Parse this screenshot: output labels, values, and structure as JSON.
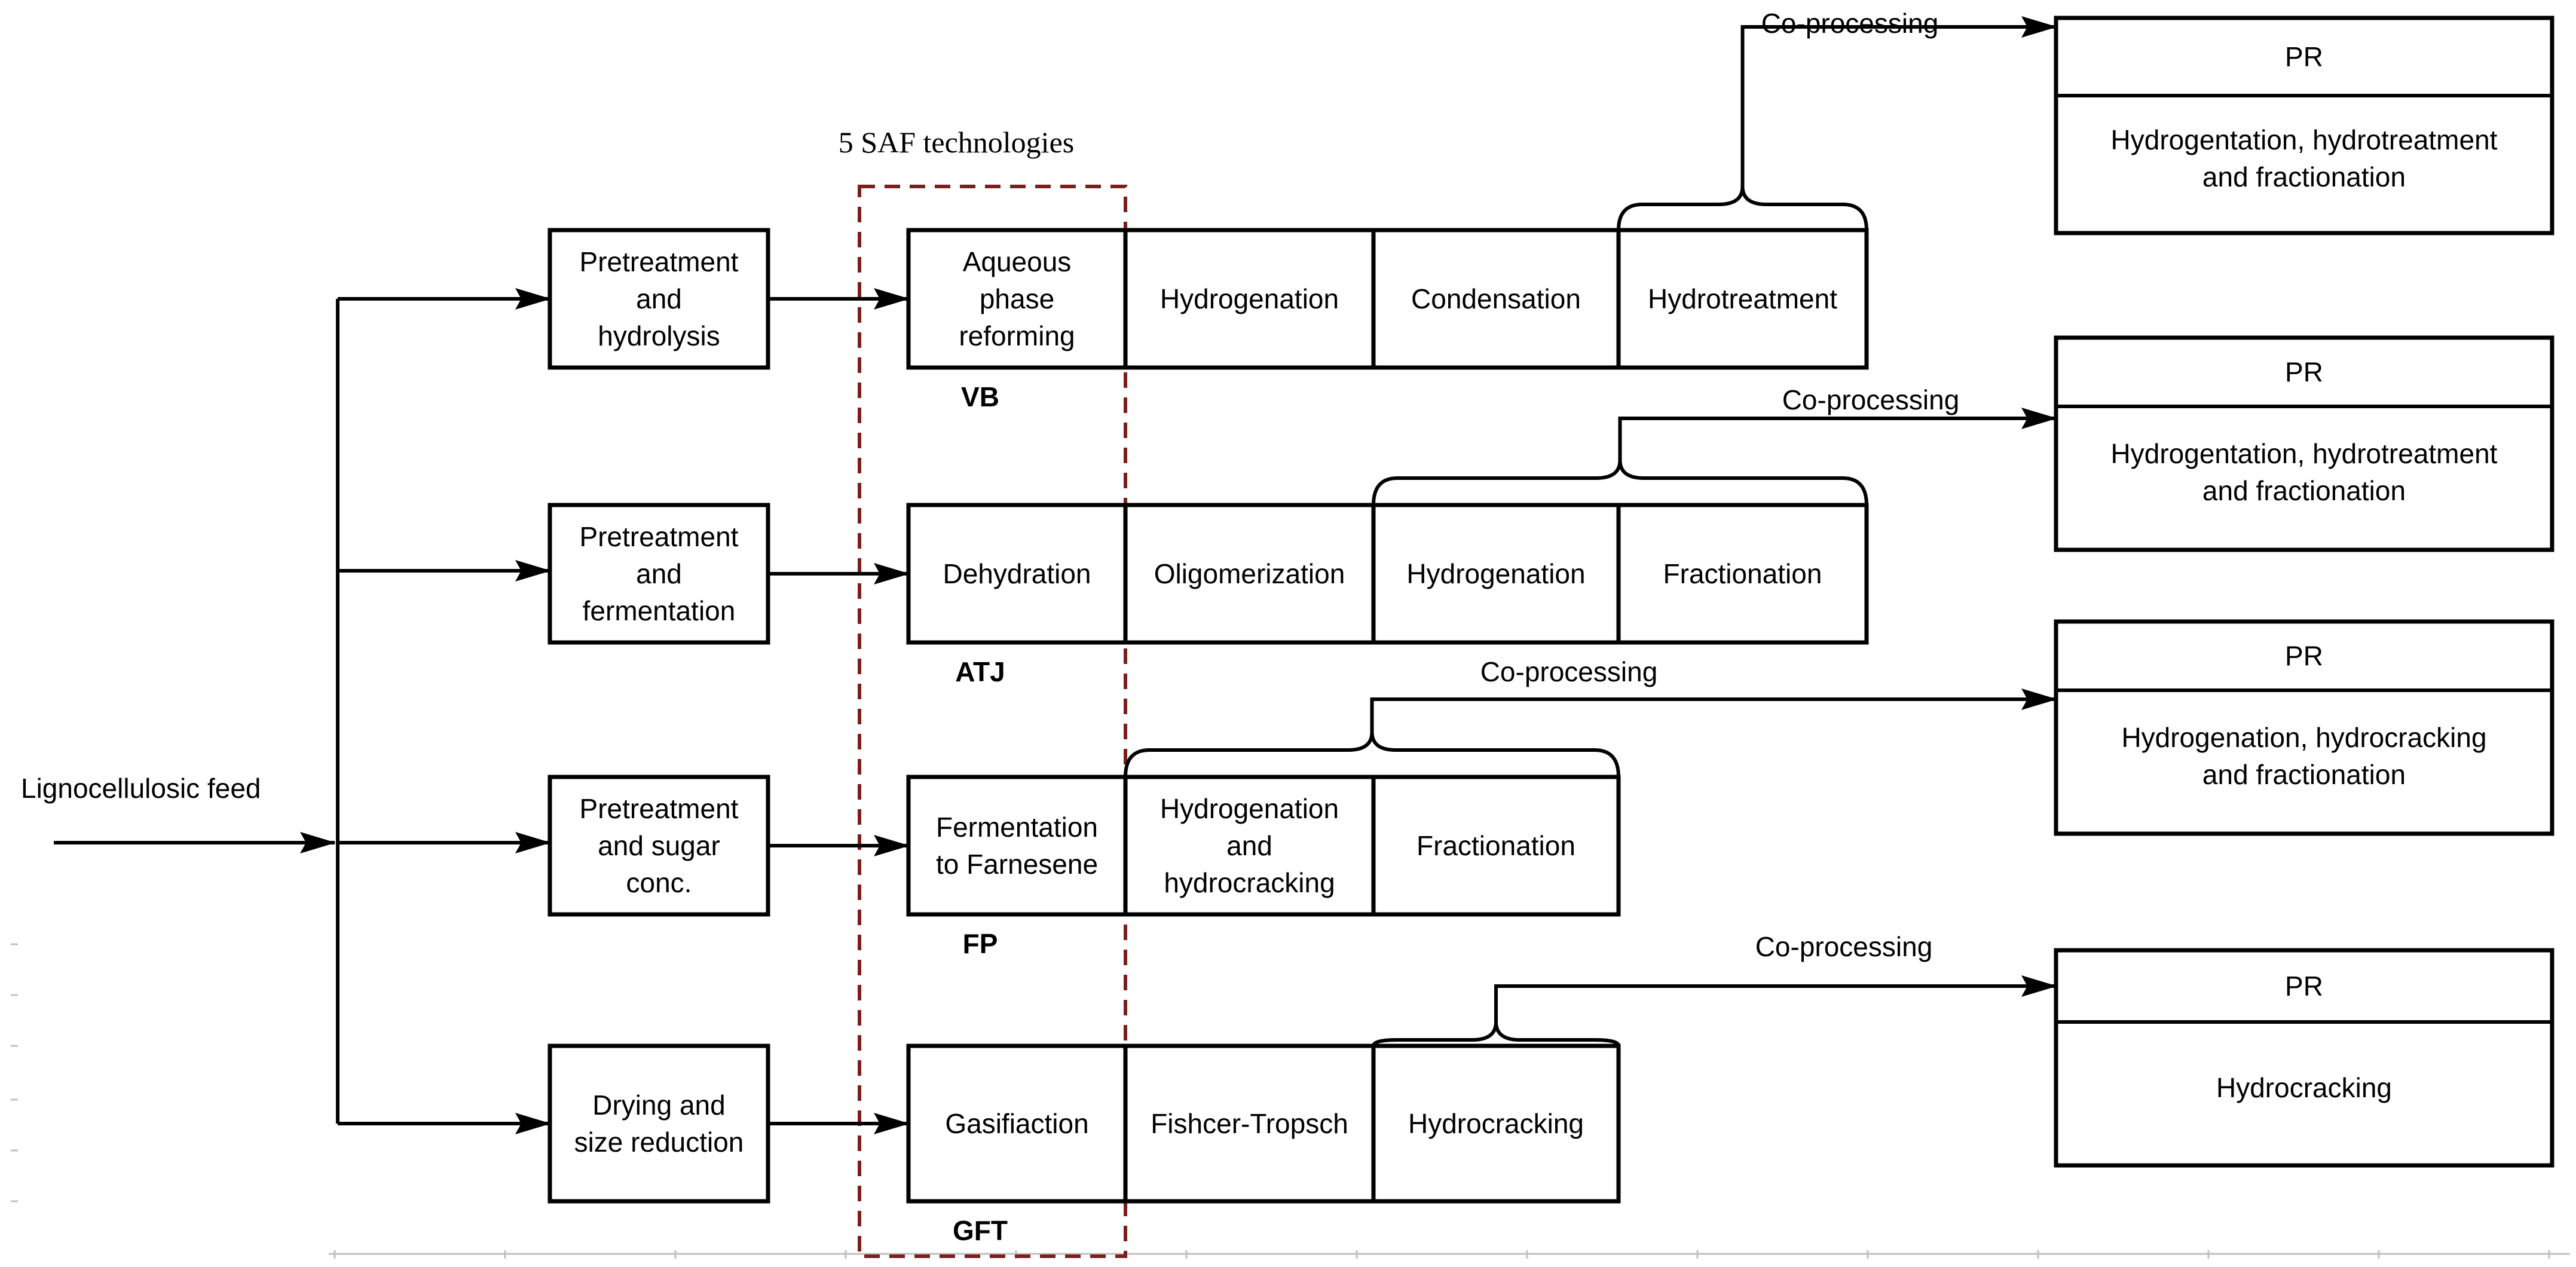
{
  "feed_label": "Lignocellulosic feed",
  "saf_label": "5 SAF technologies",
  "rows": [
    {
      "pre": [
        "Pretreatment",
        "and",
        "hydrolysis"
      ],
      "tech": [
        "Aqueous",
        "phase",
        "reforming"
      ],
      "code": "VB",
      "steps": [
        [
          "Hydrogenation"
        ],
        [
          "Condensation"
        ],
        [
          "Hydrotreatment"
        ]
      ],
      "coprocessing": "Co-processing",
      "pr_title": "PR",
      "pr_body": [
        "Hydrogentation, hydrotreatment",
        "and fractionation"
      ]
    },
    {
      "pre": [
        "Pretreatment",
        "and",
        "fermentation"
      ],
      "tech": [
        "Dehydration"
      ],
      "code": "ATJ",
      "steps": [
        [
          "Oligomerization"
        ],
        [
          "Hydrogenation"
        ],
        [
          "Fractionation"
        ]
      ],
      "coprocessing": "Co-processing",
      "pr_title": "PR",
      "pr_body": [
        "Hydrogentation, hydrotreatment",
        "and fractionation"
      ]
    },
    {
      "pre": [
        "Pretreatment",
        "and sugar",
        "conc."
      ],
      "tech": [
        "Fermentation",
        "to Farnesene"
      ],
      "code": "FP",
      "steps": [
        [
          "Hydrogenation",
          "and",
          "hydrocracking"
        ],
        [
          "Fractionation"
        ]
      ],
      "coprocessing": "Co-processing",
      "pr_title": "PR",
      "pr_body": [
        "Hydrogenation, hydrocracking",
        "and fractionation"
      ]
    },
    {
      "pre": [
        "Drying and",
        "size reduction"
      ],
      "tech": [
        "Gasifiaction"
      ],
      "code": "GFT",
      "steps": [
        [
          "Fishcer-Tropsch"
        ],
        [
          "Hydrocracking"
        ]
      ],
      "coprocessing": "Co-processing",
      "pr_title": "PR",
      "pr_body": [
        "Hydrocracking"
      ]
    }
  ]
}
